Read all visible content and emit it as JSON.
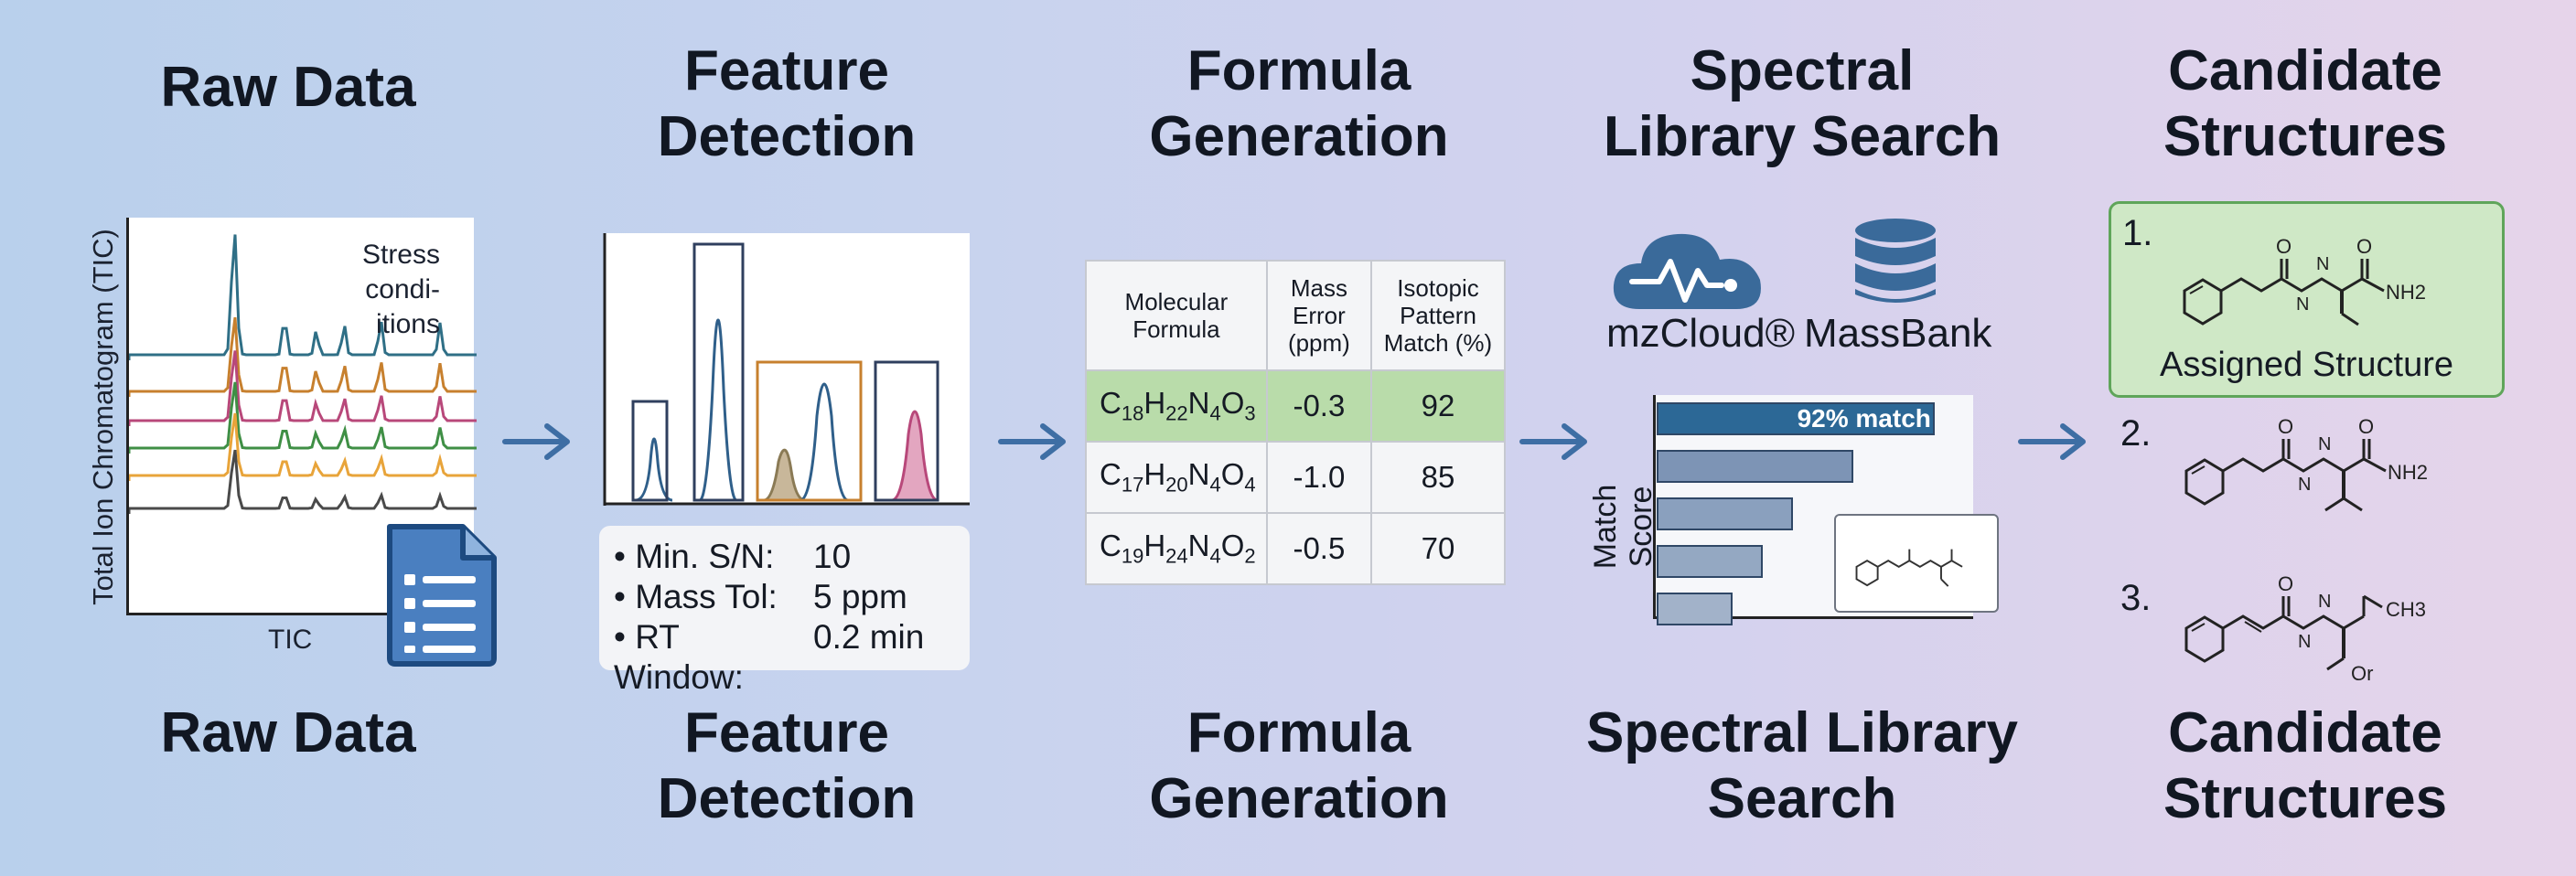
{
  "titles_top": [
    "Raw Data",
    "Feature\nDetection",
    "Formula\nGeneration",
    "Spectral\nLibrary Search",
    "Candidate\nStructures"
  ],
  "titles_bottom": [
    "Raw Data",
    "Feature\nDetection",
    "Formula\nGeneration",
    "Spectral Library\nSearch",
    "Candidate\nStructures"
  ],
  "raw_data": {
    "y_label": "Total Ion Chromatogram (TIC)",
    "x_label": "TIC",
    "annotation": "Stress condi-\nitions",
    "trace_colors": [
      "#2f6f86",
      "#c7802e",
      "#b8487a",
      "#3f8f45",
      "#e8a43a",
      "#4a4a4a"
    ],
    "icon": "document-list-icon"
  },
  "feature_detection": {
    "params": [
      {
        "key": "• Min. S/N:",
        "value": "10"
      },
      {
        "key": "• Mass Tol:",
        "value": "5 ppm"
      },
      {
        "key": "• RT Window:",
        "value": "0.2 min"
      }
    ]
  },
  "formula_generation": {
    "headers": [
      "Molecular\nFormula",
      "Mass\nError\n(ppm)",
      "Isotopic\nPattern\nMatch (%)"
    ],
    "rows": [
      {
        "formula": [
          [
            "C",
            "18"
          ],
          [
            "H",
            "22"
          ],
          [
            "N",
            "4"
          ],
          [
            "O",
            "3"
          ]
        ],
        "error": "-0.3",
        "match": "92",
        "highlight": true
      },
      {
        "formula": [
          [
            "C",
            "17"
          ],
          [
            "H",
            "20"
          ],
          [
            "N",
            "4"
          ],
          [
            "O",
            "4"
          ]
        ],
        "error": "-1.0",
        "match": "85",
        "highlight": false
      },
      {
        "formula": [
          [
            "C",
            "19"
          ],
          [
            "H",
            "24"
          ],
          [
            "N",
            "4"
          ],
          [
            "O",
            "2"
          ]
        ],
        "error": "-0.5",
        "match": "70",
        "highlight": false
      }
    ],
    "highlight_color": "#b9dcaa"
  },
  "spectral_search": {
    "libraries": [
      "mzCloud®",
      "MassBank"
    ],
    "y_label": "Match Score",
    "top_label": "92% match",
    "bar_scores": [
      0.92,
      0.65,
      0.45,
      0.35,
      0.25
    ],
    "bar_colors": [
      "#2c6896",
      "#7d94b5",
      "#8aa0be",
      "#94a8c2",
      "#a2b2c9"
    ],
    "logo_color": "#3a6a9a"
  },
  "candidates": {
    "items": [
      {
        "num": "1.",
        "caption": "Assigned Structure",
        "amide_label": "NH2"
      },
      {
        "num": "2.",
        "amide_label": "NH2"
      },
      {
        "num": "3.",
        "labels": [
          "CH3",
          "Or"
        ]
      }
    ],
    "assigned_color": "#cfe8c6"
  },
  "accent_color": "#3e6ea4"
}
